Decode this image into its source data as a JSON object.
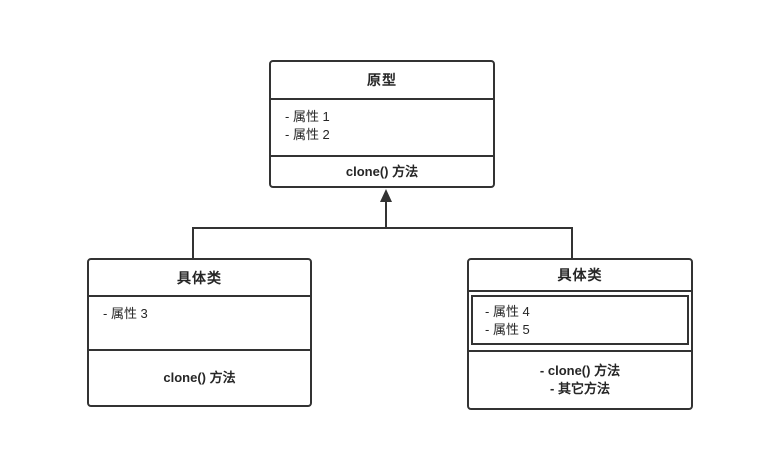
{
  "colors": {
    "stroke": "#333333",
    "text": "#262626",
    "background": "#ffffff"
  },
  "boxes": {
    "prototype": {
      "title": "原型",
      "attributes": [
        "- 属性 1",
        "- 属性 2"
      ],
      "methods": [
        "clone() 方法"
      ]
    },
    "concrete_left": {
      "title": "具体类",
      "attributes": [
        "- 属性 3"
      ],
      "methods": [
        "clone() 方法"
      ]
    },
    "concrete_right": {
      "title": "具体类",
      "attributes": [
        "- 属性 4",
        "- 属性 5"
      ],
      "methods": [
        "- clone() 方法",
        "- 其它方法"
      ]
    }
  },
  "connector": {
    "type": "inheritance-arrow",
    "direction": "up"
  }
}
